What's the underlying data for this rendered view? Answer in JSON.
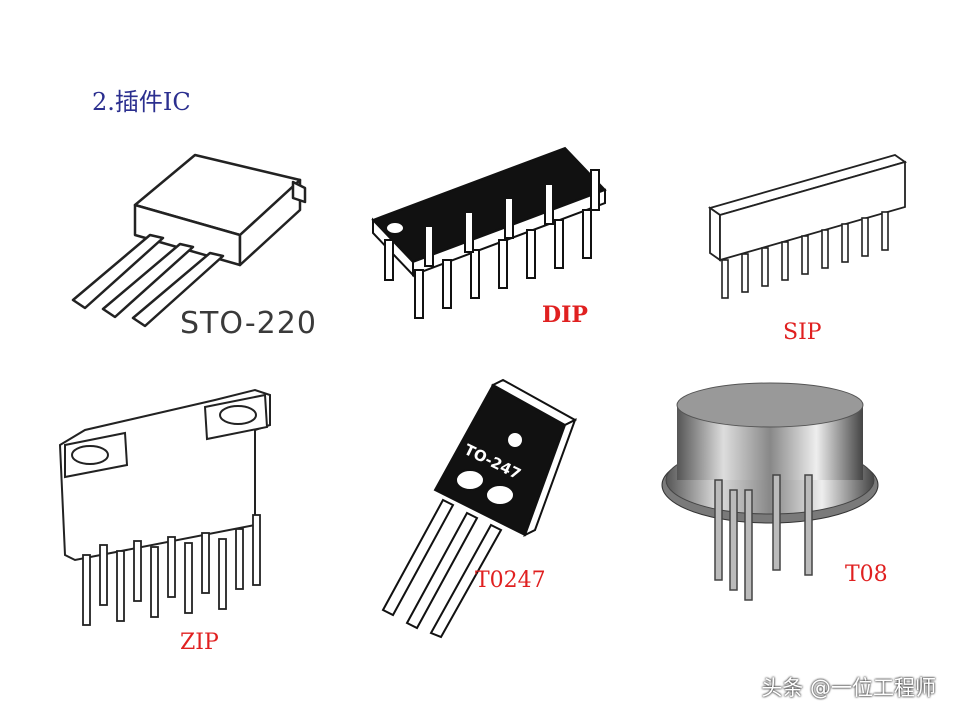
{
  "title": "2.插件IC",
  "packages": [
    {
      "name": "STO-220"
    },
    {
      "name": "DIP"
    },
    {
      "name": "SIP"
    },
    {
      "name": "ZIP"
    },
    {
      "name": "T0247",
      "body_text": "TO-247"
    },
    {
      "name": "T08"
    }
  ],
  "watermark": "头条 @一位工程师",
  "colors": {
    "title": "#2b2f8f",
    "label": "#e02020"
  }
}
